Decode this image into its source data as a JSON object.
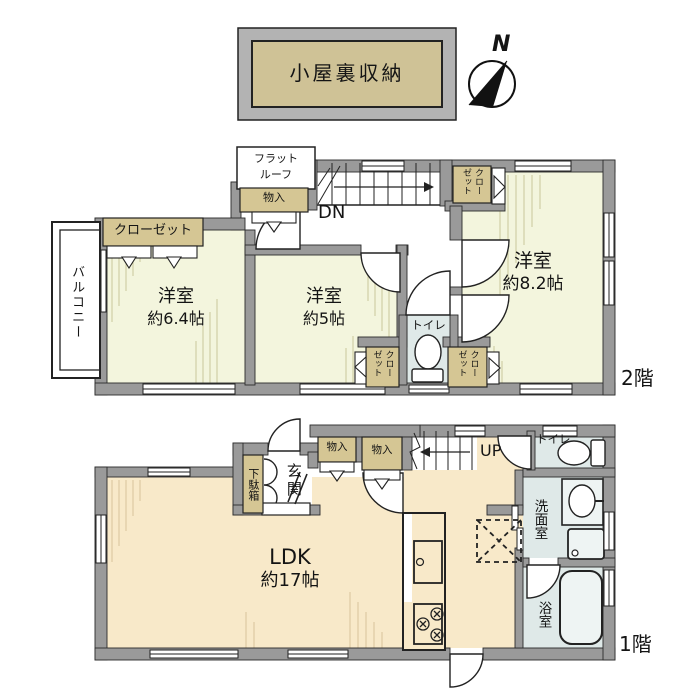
{
  "attic": {
    "label": "小屋裏収納"
  },
  "compass": {
    "label": "N"
  },
  "colors": {
    "wall": "#9a9a9a",
    "floor2_room": "#f3f5dd",
    "floor1_room": "#f8e9c9",
    "wet_room": "#dfe9e8",
    "storage_label_bg": "#d5c694",
    "attic_bg": "#cfc296"
  },
  "floor2": {
    "floor_label": "2階",
    "flat_roof_line1": "フラット",
    "flat_roof_line2": "ルーフ",
    "storage": "物入",
    "closet_main": "クローゼット",
    "closet_top": "クローゼット",
    "closet_small1": "クローゼット",
    "closet_small2": "クローゼット",
    "stairs": "DN",
    "balcony": "バルコニー",
    "toilet": "トイレ",
    "room_west1": {
      "name": "洋室",
      "size": "約6.4帖"
    },
    "room_west2": {
      "name": "洋室",
      "size": "約5帖"
    },
    "room_west3": {
      "name": "洋室",
      "size": "約8.2帖"
    }
  },
  "floor1": {
    "floor_label": "1階",
    "entrance": "玄関",
    "shoe_box": "下駄箱",
    "storage1": "物入",
    "storage2": "物入",
    "stairs": "UP",
    "toilet": "トイレ",
    "washroom": "洗面室",
    "bathroom": "浴室",
    "ldk": {
      "name": "LDK",
      "size": "約17帖"
    }
  }
}
